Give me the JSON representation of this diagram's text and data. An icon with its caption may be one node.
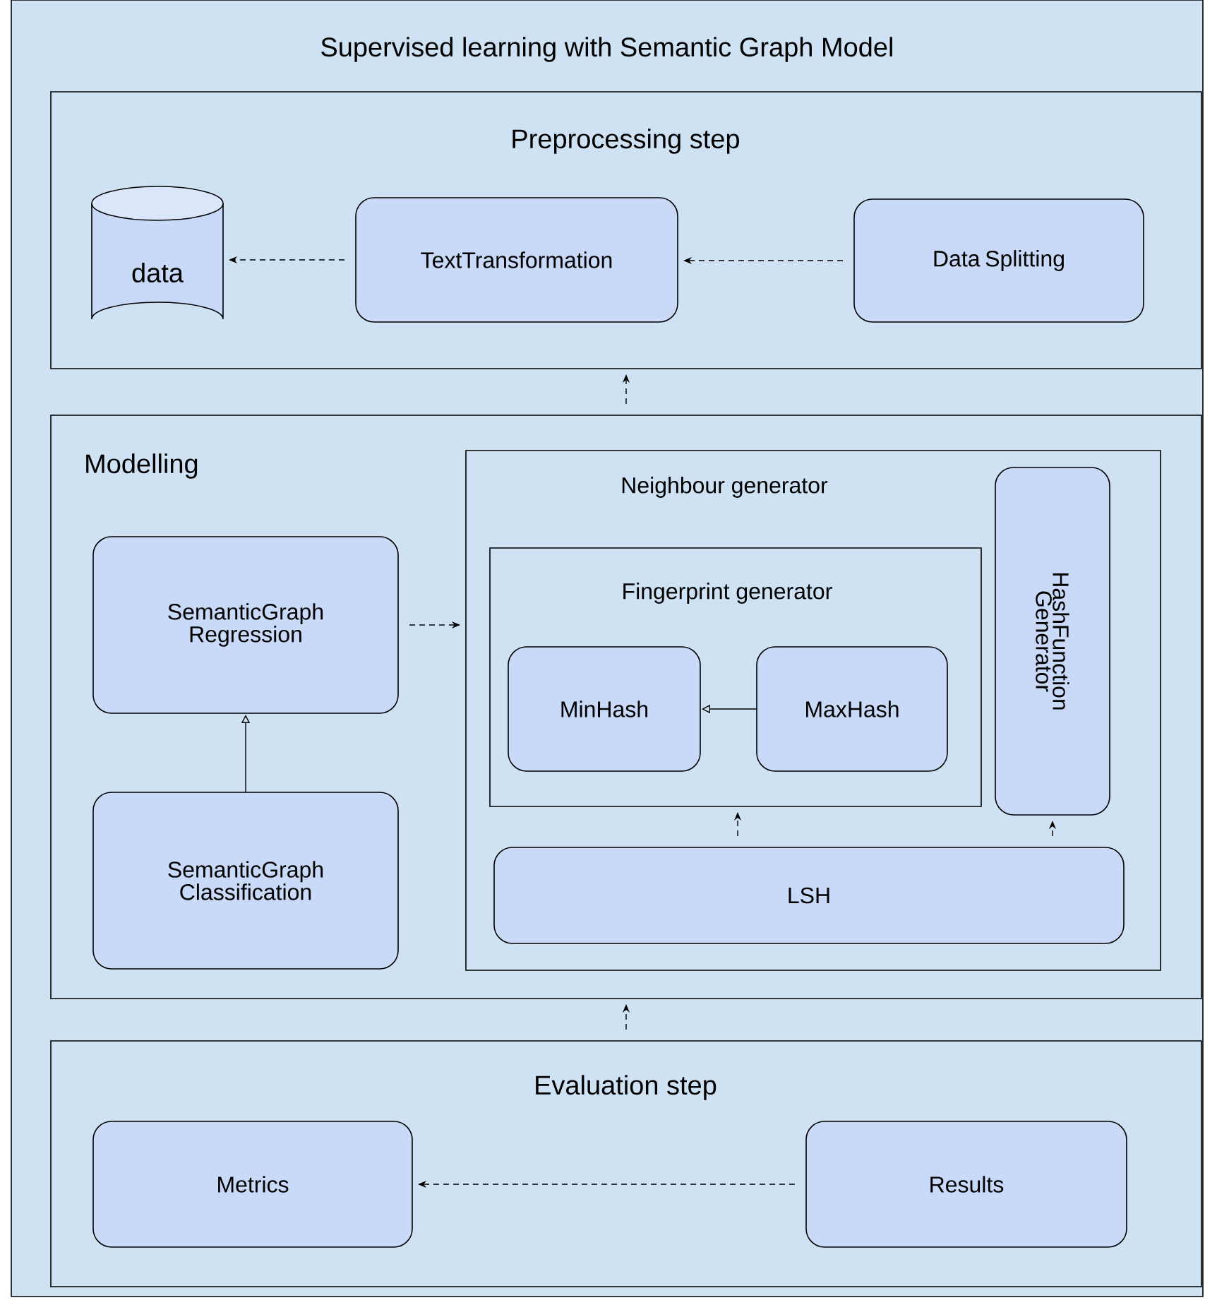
{
  "diagram": {
    "title": "Supervised learning with Semantic Graph Model",
    "nodes": [
      {
        "text": [
          "Preprocessing step"
        ]
      },
      {
        "text": [
          "data"
        ],
        "in": 0
      },
      {
        "text": [
          "TextTransformation"
        ],
        "in": 0
      },
      {
        "text": [
          "Data Splitting"
        ],
        "in": 0
      },
      {
        "text": [
          "Modelling"
        ]
      },
      {
        "text": [
          "SemanticGraph Regression"
        ],
        "in": 4
      },
      {
        "text": [
          "SemanticGraph Classification"
        ],
        "in": 4
      },
      {
        "text": [
          "Neighbour generator"
        ],
        "in": 4
      },
      {
        "text": [
          "Fingerprint generator"
        ],
        "in": 7
      },
      {
        "text": [
          "MinHash"
        ],
        "in": 8
      },
      {
        "text": [
          "MaxHash"
        ],
        "in": 8
      },
      {
        "text": [
          "HashFunction Generator"
        ],
        "in": 7
      },
      {
        "text": [
          "LSH"
        ],
        "in": 7
      },
      {
        "text": [
          "Evaluation step"
        ]
      },
      {
        "text": [
          "Metrics"
        ],
        "in": 13
      },
      {
        "text": [
          "Results"
        ],
        "in": 13
      }
    ],
    "edges": [
      {
        "from": 2,
        "to": 1,
        "arrow": "to",
        "style": "dashed"
      },
      {
        "from": 3,
        "to": 2,
        "arrow": "to",
        "style": "dashed"
      },
      {
        "from": 4,
        "to": 0,
        "arrow": "to",
        "style": "dashed"
      },
      {
        "from": 5,
        "to": 7,
        "arrow": "to",
        "style": "dashed"
      },
      {
        "from": 6,
        "to": 5,
        "arrow": "to"
      },
      {
        "from": 10,
        "to": 9,
        "arrow": "to"
      },
      {
        "from": 12,
        "to": 8,
        "arrow": "to",
        "style": "dashed"
      },
      {
        "from": 12,
        "to": 11,
        "arrow": "to",
        "style": "dashed"
      },
      {
        "from": 13,
        "to": 4,
        "arrow": "to",
        "style": "dashed"
      },
      {
        "from": 15,
        "to": 14,
        "arrow": "to",
        "style": "dashed"
      }
    ]
  }
}
